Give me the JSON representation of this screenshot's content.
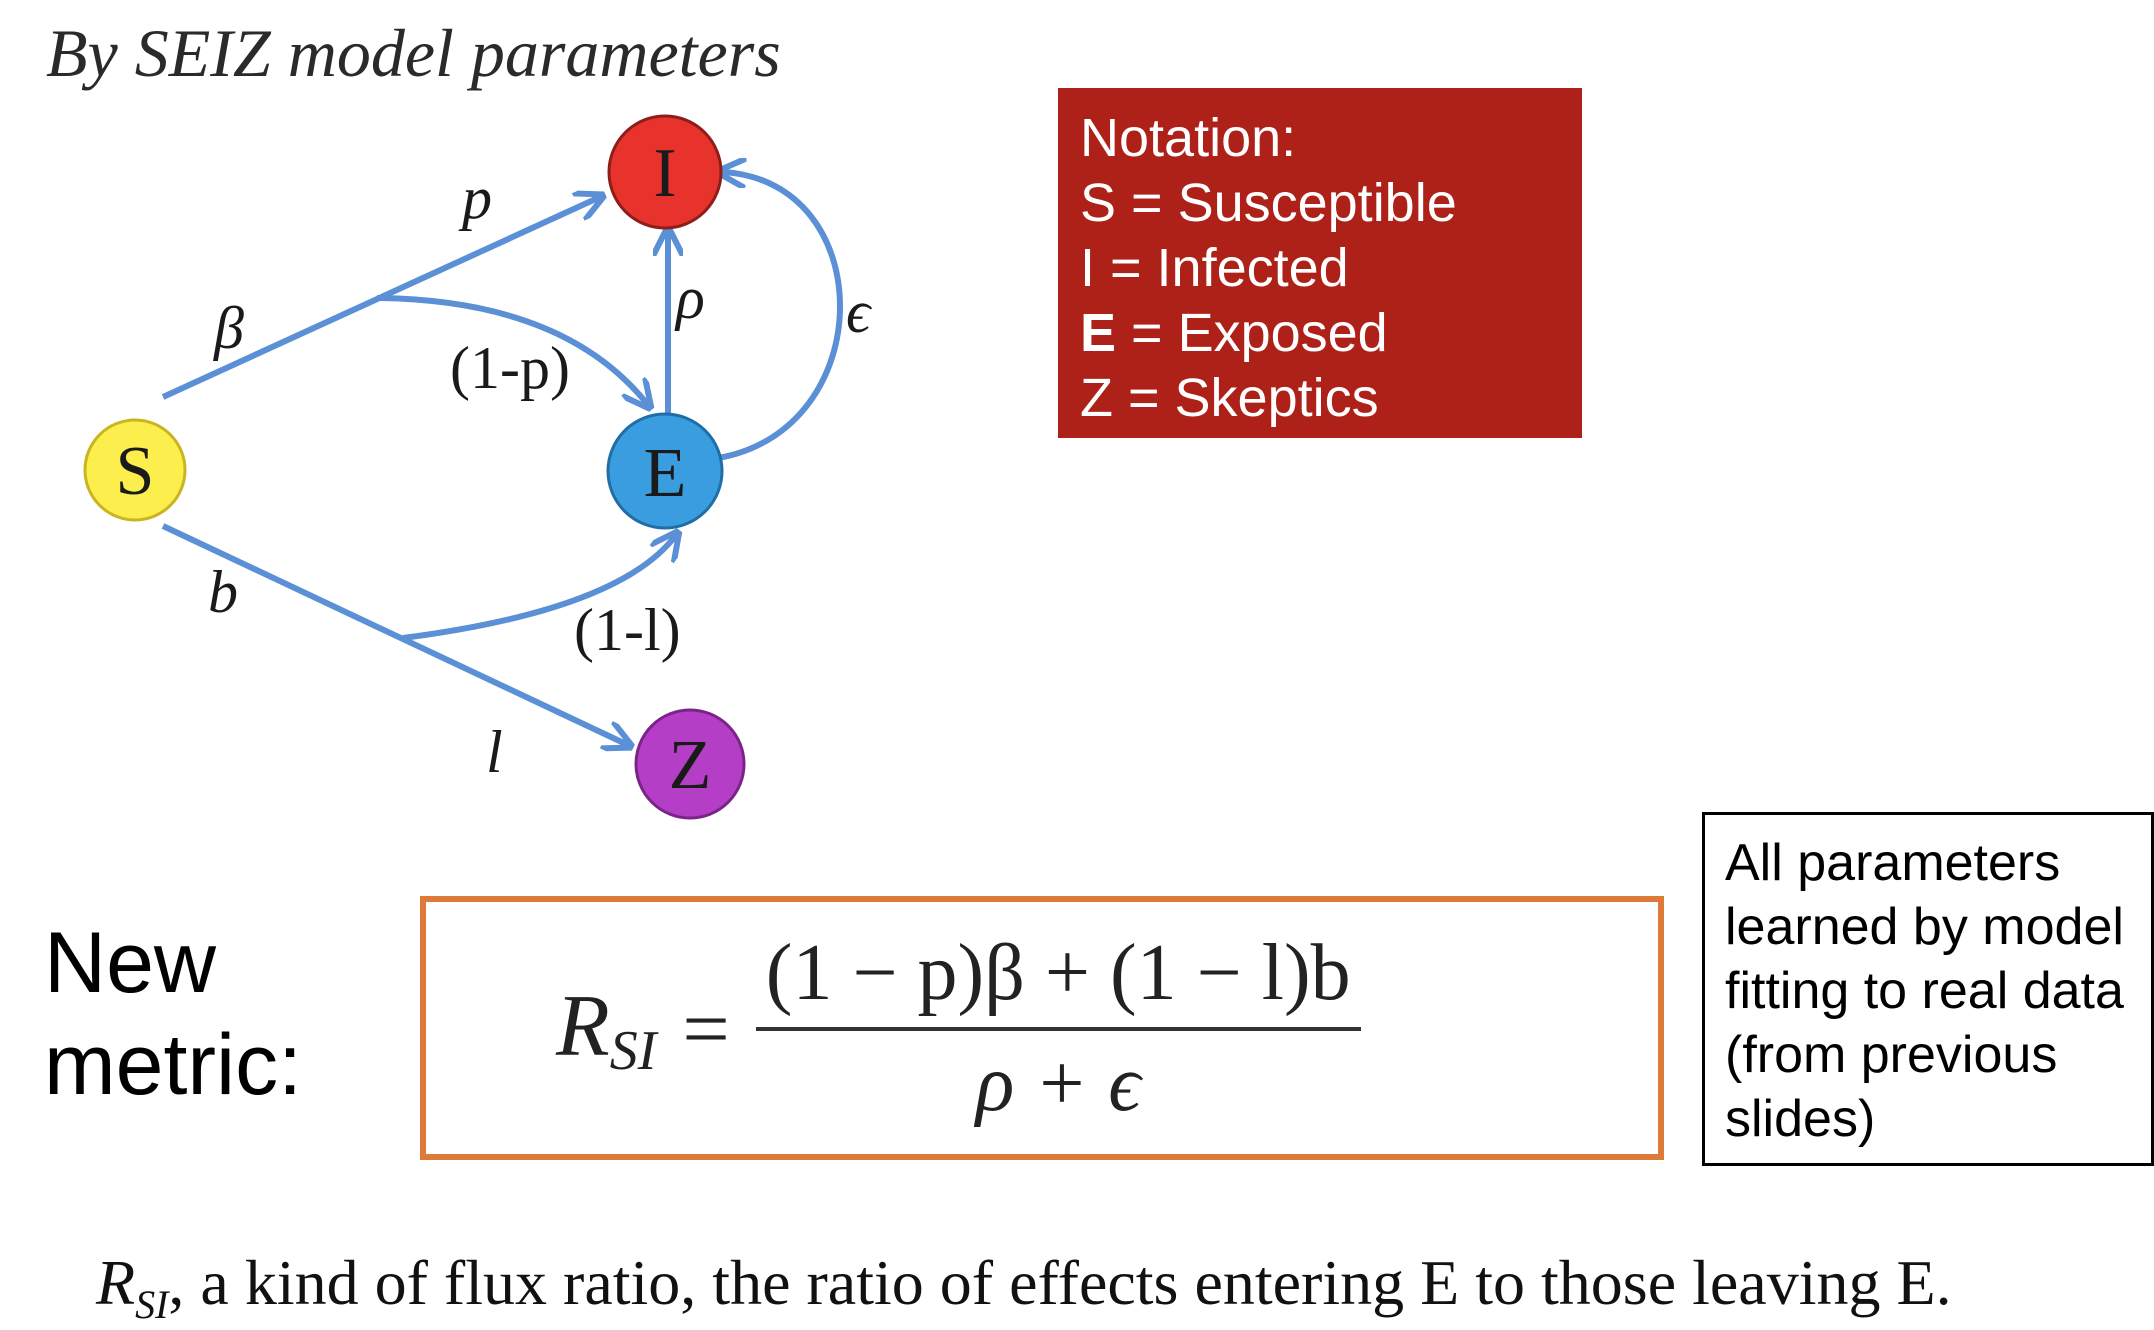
{
  "title": "By SEIZ model parameters",
  "nodes": {
    "S": {
      "label": "S",
      "color": "#fcee4d"
    },
    "I": {
      "label": "I",
      "color": "#e8332c"
    },
    "E": {
      "label": "E",
      "color": "#3a9de0"
    },
    "Z": {
      "label": "Z",
      "color": "#b43fc6"
    }
  },
  "edge_color": "#5b8fd6",
  "edge_labels": {
    "p": "p",
    "beta": "β",
    "one_minus_p": "(1-p)",
    "rho": "ρ",
    "epsilon": "ϵ",
    "b": "b",
    "one_minus_l": "(1-l)",
    "l": "l"
  },
  "notation": {
    "background": "#ad2119",
    "heading": "Notation:",
    "lines": [
      {
        "symbol": "S",
        "rest": " = Susceptible",
        "bold": false
      },
      {
        "symbol": "I",
        "rest": " = Infected",
        "bold": false
      },
      {
        "symbol": "E",
        "rest": " = Exposed",
        "bold": true
      },
      {
        "symbol": "Z",
        "rest": " = Skeptics",
        "bold": false
      }
    ]
  },
  "new_metric": {
    "line1": "New",
    "line2": "metric:"
  },
  "formula": {
    "border_color": "#dd7a3a",
    "lhs": "R",
    "lhs_sub": "SI",
    "equals": "=",
    "numerator": "(1 − p)β + (1 − l)b",
    "denominator": "ρ + ϵ"
  },
  "params_note": "All parameters learned by model fitting to real data (from previous slides)",
  "caption": {
    "symbol": "R",
    "symbol_sub": "SI",
    "text": ", a kind of flux ratio, the ratio of effects entering E to those leaving E."
  }
}
